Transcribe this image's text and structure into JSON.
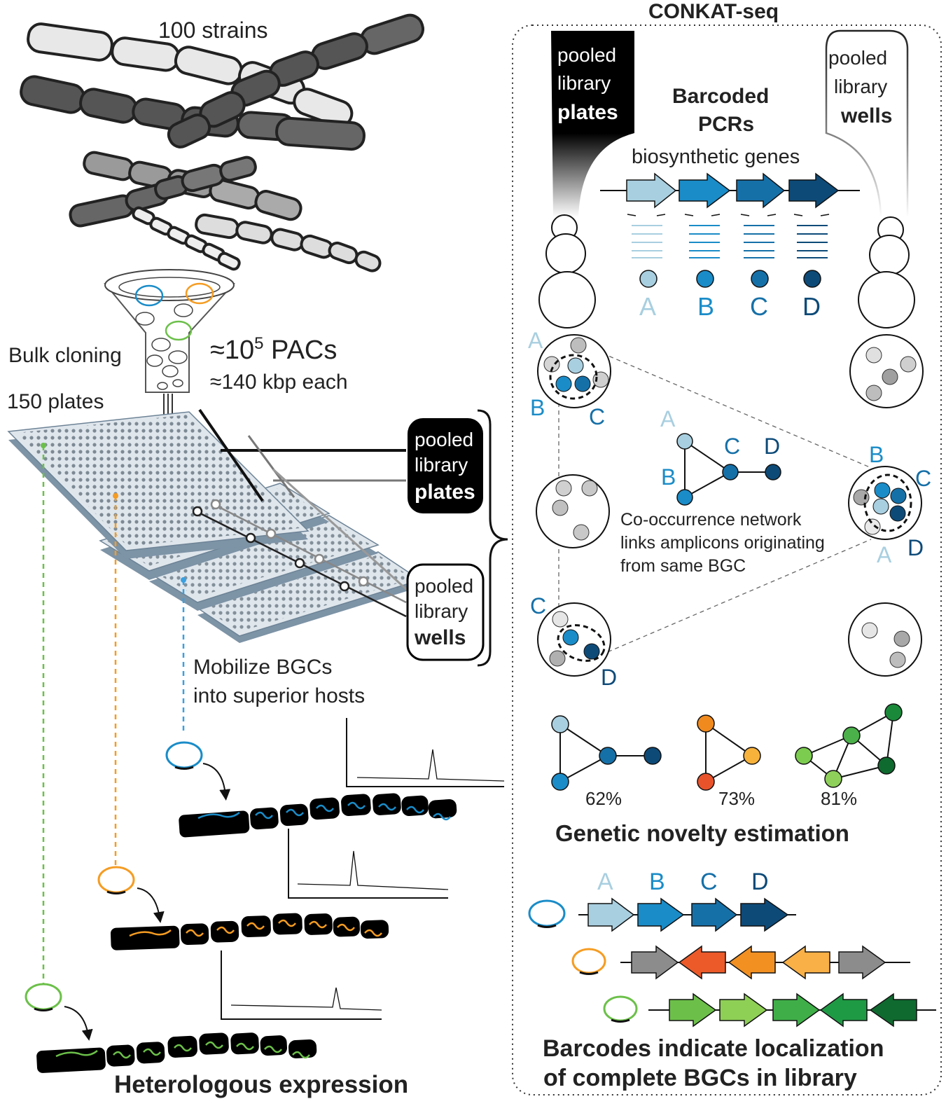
{
  "title": "CONKAT-seq",
  "strains_label": "100 strains",
  "bulk_cloning": "Bulk cloning",
  "pacs_prefix": "≈10",
  "pacs_exp": "5",
  "pacs_suffix": " PACs",
  "pacs_size": "≈140 kbp each",
  "plates_count": "150 plates",
  "pooled_plates": {
    "l1": "pooled",
    "l2": "library",
    "l3": "plates"
  },
  "pooled_wells": {
    "l1": "pooled",
    "l2": "library",
    "l3": "wells"
  },
  "barcoded": {
    "l1": "Barcoded",
    "l2": "PCRs"
  },
  "biosynthetic_genes": "biosynthetic genes",
  "amplicons": [
    "A",
    "B",
    "C",
    "D"
  ],
  "network_text": {
    "l1": "Co-occurrence network",
    "l2": "links amplicons originating",
    "l3": "from same BGC"
  },
  "mobilize": {
    "l1": "Mobilize BGCs",
    "l2": "into superior hosts"
  },
  "novelty": {
    "p1": "62%",
    "p2": "73%",
    "p3": "81%",
    "title": "Genetic novelty estimation"
  },
  "barcodes_title": {
    "l1": "Barcodes indicate localization",
    "l2": "of complete BGCs in library"
  },
  "heterologous": "Heterologous expression",
  "colors": {
    "geneA": "#a8cfe0",
    "geneB": "#1a8cc8",
    "geneC": "#1670a8",
    "geneD": "#0d4a78",
    "orange": "#f59c22",
    "green": "#6cc04a",
    "blue": "#1a8cc8"
  }
}
